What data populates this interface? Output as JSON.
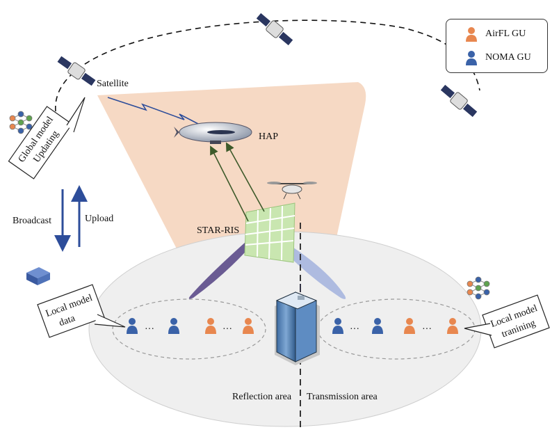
{
  "labels": {
    "satellite": "Satellite",
    "hap": "HAP",
    "star_ris": "STAR-RIS",
    "broadcast": "Broadcast",
    "upload": "Upload",
    "reflection_area": "Reflection area",
    "transmission_area": "Transmission area",
    "global_model_line1": "Global model",
    "global_model_line2": "Updating",
    "local_data_line1": "Local model",
    "local_data_line2": "data",
    "local_train_line1": "Local model",
    "local_train_line2": "tranining",
    "ellipsis": "···"
  },
  "legend": {
    "airfl": "AirFL GU",
    "noma": "NOMA GU"
  },
  "colors": {
    "noma_user": "#3a62a8",
    "airfl_user": "#e8874f",
    "hap_beam": "#f6d9c4",
    "ground": "#eeeeee",
    "ris_grid": "#c9e6b0",
    "reflect_beam": "#6a5b93",
    "transmit_beam": "#aebbe0",
    "arrow": "#2d4d9a"
  }
}
